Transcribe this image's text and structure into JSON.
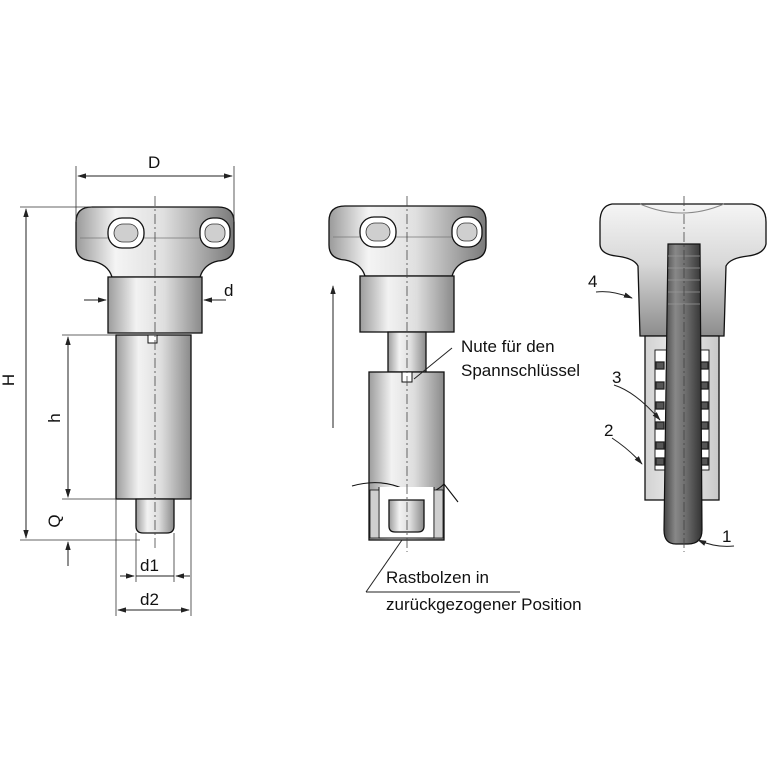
{
  "labels": {
    "D": "D",
    "d": "d",
    "H": "H",
    "h": "h",
    "Q": "Q",
    "d1": "d1",
    "d2": "d2",
    "groove_line1": "Nute für den",
    "groove_line2": "Spannschlüssel",
    "retracted_line1": "Rastbolzen in",
    "retracted_line2": "zurückgezogener Position",
    "part1": "1",
    "part2": "2",
    "part3": "3",
    "part4": "4"
  },
  "colors": {
    "outline": "#111111",
    "knob_light": "#dcdcdc",
    "knob_dark": "#8a8a8a",
    "body_light": "#e6e6e6",
    "pin_dark": "#5c5c5c"
  }
}
